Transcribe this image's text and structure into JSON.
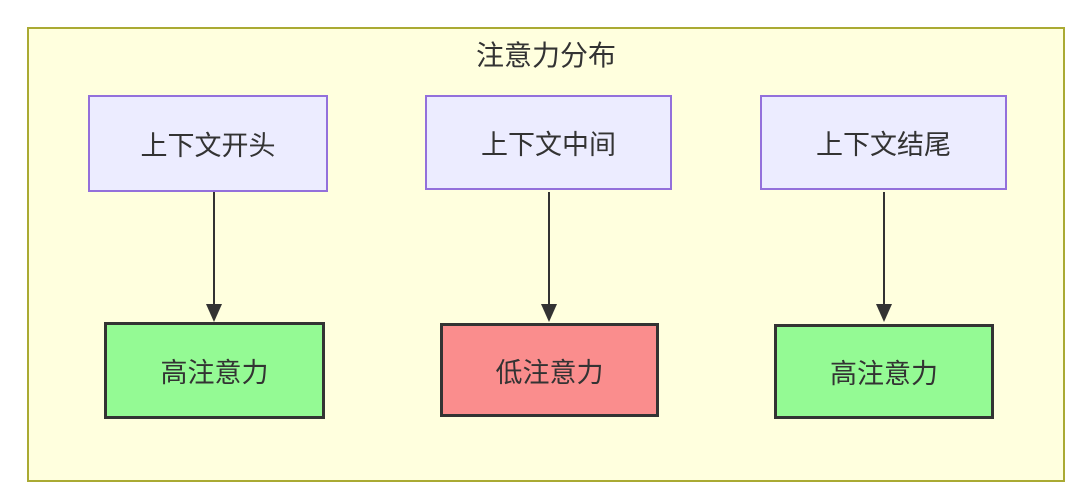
{
  "diagram": {
    "title": "注意力分布",
    "columns": [
      {
        "top": "上下文开头",
        "bottom": "高注意力",
        "level": "high"
      },
      {
        "top": "上下文中间",
        "bottom": "低注意力",
        "level": "low"
      },
      {
        "top": "上下文结尾",
        "bottom": "高注意力",
        "level": "high"
      }
    ]
  },
  "colors": {
    "cluster-fill": "#ffffde",
    "cluster-border": "#aaaa33",
    "node-fill": "#ececff",
    "node-border": "#9370db",
    "high-fill": "#94fa94",
    "low-fill": "#fa8d8d",
    "result-border": "#333333",
    "edge": "#333333",
    "text": "#333333"
  }
}
